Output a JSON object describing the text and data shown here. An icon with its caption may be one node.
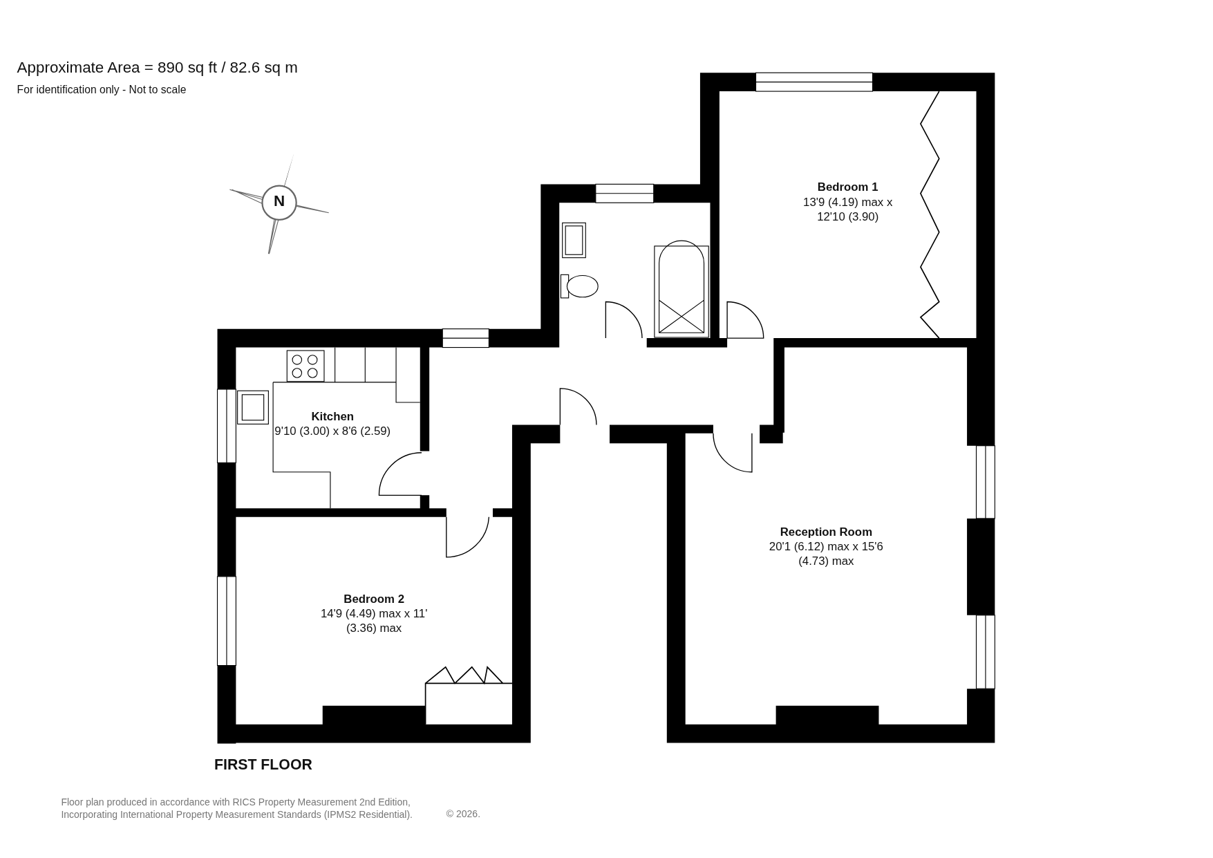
{
  "diagram": {
    "title": "Approximate Area = 890 sq ft / 82.6 sq m",
    "nodes": [
      {
        "text": [
          "Bedroom 1",
          "13'9 (4.19) max x 12'10 (3.90)"
        ]
      },
      {
        "text": [
          "Kitchen",
          "9'10 (3.00) x 8'6 (2.59)"
        ]
      },
      {
        "text": [
          "Bedroom 2",
          "14'9 (4.49) max x 11' (3.36) max"
        ]
      },
      {
        "text": [
          "Reception Room",
          "20'1 (6.12) max x 15'6 (4.73) max"
        ]
      }
    ],
    "labels": [
      "For identification only - Not to scale",
      "N",
      "FIRST FLOOR",
      "Floor plan produced in accordance with RICS Property Measurement 2nd Edition, Incorporating International Property Measurement Standards (IPMS2 Residential).",
      "© 2026."
    ]
  }
}
